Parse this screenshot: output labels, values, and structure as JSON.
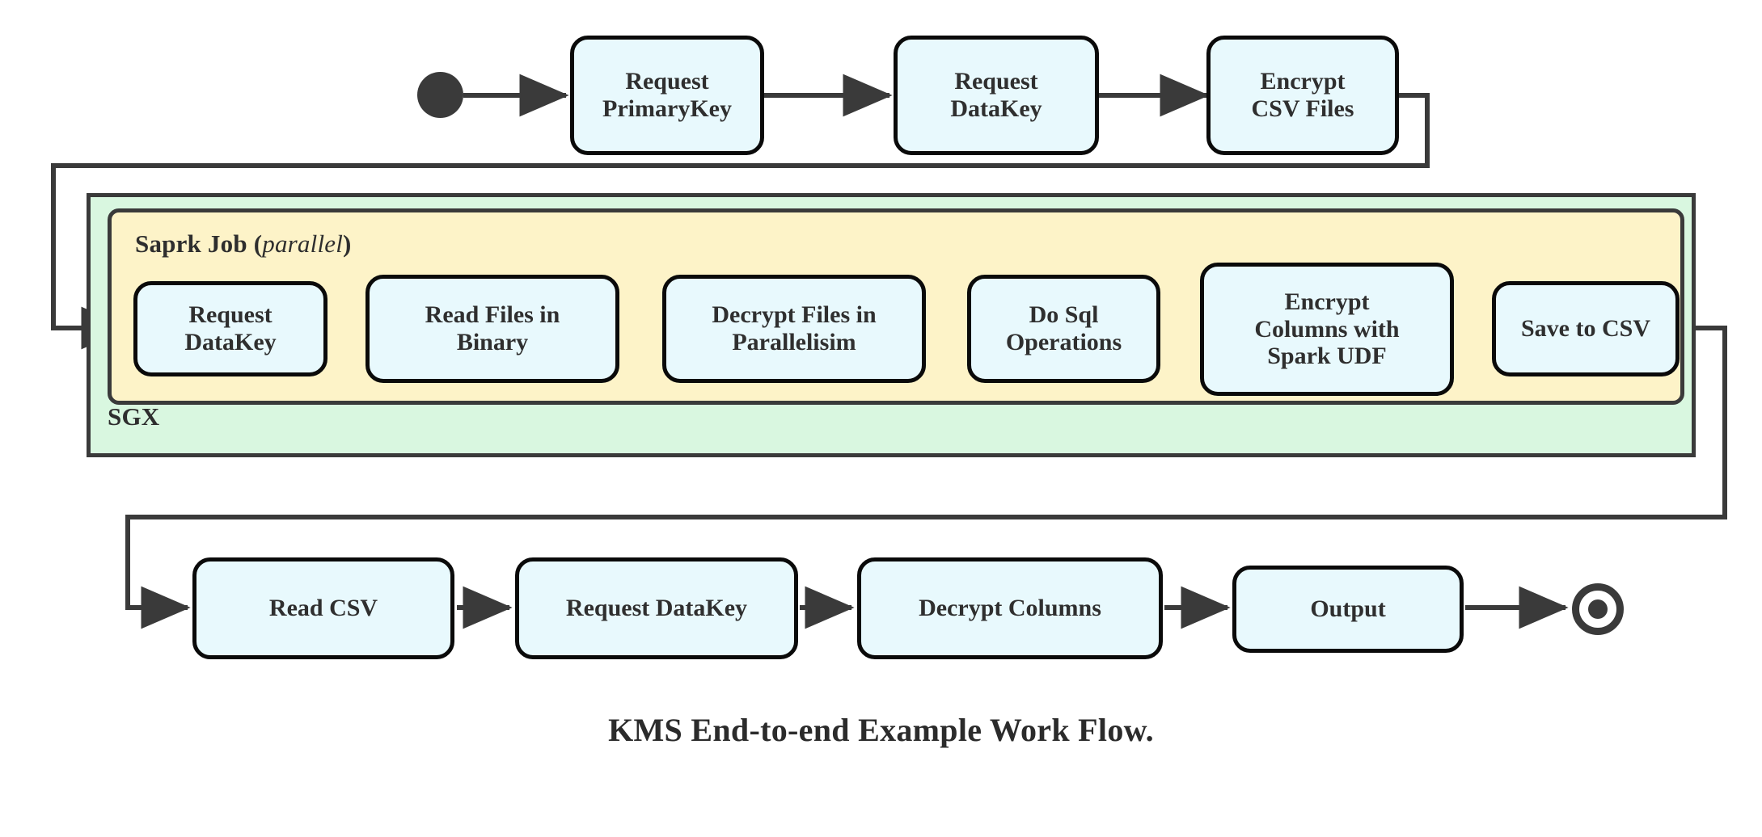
{
  "diagram": {
    "caption": "KMS End-to-end Example Work Flow.",
    "colors": {
      "node_fill": "#e8f9fd",
      "node_stroke": "#0a0a0a",
      "sgx_fill": "#d9f7e0",
      "spark_fill": "#fdf3c8",
      "container_stroke": "#3a3a3a",
      "wire": "#3a3a3a",
      "text": "#2f2f2f",
      "page_background": "#ffffff"
    },
    "markers": {
      "start_label": "initial-state",
      "end_label": "final-state"
    },
    "containers": {
      "sgx": {
        "label": "SGX"
      },
      "spark": {
        "label_bold": "Saprk Job",
        "label_paren_open": "(",
        "label_italic": "parallel",
        "label_paren_close": ")",
        "label_full": "Saprk Job (parallel)"
      }
    },
    "rows": {
      "top": [
        {
          "id": "request-primarykey",
          "lines": [
            "Request",
            "PrimaryKey"
          ]
        },
        {
          "id": "request-datakey-top",
          "lines": [
            "Request",
            "DataKey"
          ]
        },
        {
          "id": "encrypt-csv-files",
          "lines": [
            "Encrypt",
            "CSV Files"
          ]
        }
      ],
      "spark": [
        {
          "id": "request-datakey-spark",
          "lines": [
            "Request",
            "DataKey"
          ]
        },
        {
          "id": "read-files-in-binary",
          "lines": [
            "Read Files in",
            "Binary"
          ]
        },
        {
          "id": "decrypt-files-in-parallelisim",
          "lines": [
            "Decrypt Files in",
            "Parallelisim"
          ]
        },
        {
          "id": "do-sql-operations",
          "lines": [
            "Do Sql",
            "Operations"
          ]
        },
        {
          "id": "encrypt-columns-with-spark-udf",
          "lines": [
            "Encrypt",
            "Columns with",
            "Spark UDF"
          ]
        },
        {
          "id": "save-to-csv",
          "lines": [
            "Save to CSV"
          ]
        }
      ],
      "bottom": [
        {
          "id": "read-csv",
          "lines": [
            "Read CSV"
          ]
        },
        {
          "id": "request-datakey-bottom",
          "lines": [
            "Request DataKey"
          ]
        },
        {
          "id": "decrypt-columns",
          "lines": [
            "Decrypt Columns"
          ]
        },
        {
          "id": "output",
          "lines": [
            "Output"
          ]
        }
      ]
    },
    "flow_order": [
      "start",
      "Request PrimaryKey",
      "Request DataKey",
      "Encrypt CSV Files",
      "Request DataKey",
      "Read Files in Binary",
      "Decrypt Files in Parallelisim",
      "Do Sql Operations",
      "Encrypt Columns with Spark UDF",
      "Save to CSV",
      "Read CSV",
      "Request DataKey",
      "Decrypt Columns",
      "Output",
      "end"
    ]
  }
}
